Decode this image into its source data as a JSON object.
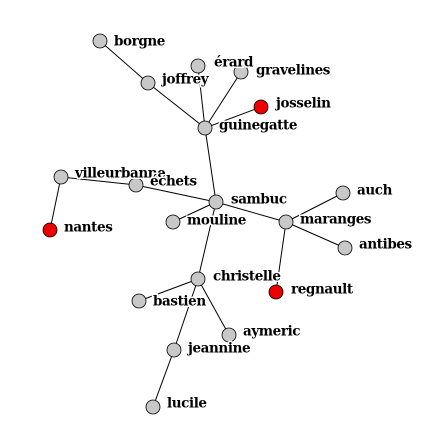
{
  "colors": {
    "node_default": "#c8c8c8",
    "node_highlight": "#ee0000",
    "edge": "#000000",
    "label": "#000000"
  },
  "nodes": [
    {
      "id": "borgne",
      "label": "borgne",
      "highlight": false
    },
    {
      "id": "joffrey",
      "label": "joffrey",
      "highlight": false
    },
    {
      "id": "erard",
      "label": "érard",
      "highlight": false
    },
    {
      "id": "gravelines",
      "label": "gravelines",
      "highlight": false
    },
    {
      "id": "josselin",
      "label": "josselin",
      "highlight": true
    },
    {
      "id": "guinegatte",
      "label": "guinegatte",
      "highlight": false
    },
    {
      "id": "villeurbanne",
      "label": "villeurbanne",
      "highlight": false
    },
    {
      "id": "echets",
      "label": "échets",
      "highlight": false
    },
    {
      "id": "nantes",
      "label": "nantes",
      "highlight": true
    },
    {
      "id": "sambuc",
      "label": "sambuc",
      "highlight": false
    },
    {
      "id": "mouline",
      "label": "mouline",
      "highlight": false
    },
    {
      "id": "auch",
      "label": "auch",
      "highlight": false
    },
    {
      "id": "maranges",
      "label": "maranges",
      "highlight": false
    },
    {
      "id": "antibes",
      "label": "antibes",
      "highlight": false
    },
    {
      "id": "christelle",
      "label": "christelle",
      "highlight": false
    },
    {
      "id": "regnault",
      "label": "regnault",
      "highlight": true
    },
    {
      "id": "bastien",
      "label": "bastien",
      "highlight": false
    },
    {
      "id": "aymeric",
      "label": "aymeric",
      "highlight": false
    },
    {
      "id": "jeannine",
      "label": "jeannine",
      "highlight": false
    },
    {
      "id": "lucile",
      "label": "lucile",
      "highlight": false
    }
  ],
  "edges": [
    [
      "borgne",
      "joffrey"
    ],
    [
      "joffrey",
      "guinegatte"
    ],
    [
      "erard",
      "guinegatte"
    ],
    [
      "gravelines",
      "guinegatte"
    ],
    [
      "josselin",
      "guinegatte"
    ],
    [
      "guinegatte",
      "sambuc"
    ],
    [
      "villeurbanne",
      "echets"
    ],
    [
      "villeurbanne",
      "nantes"
    ],
    [
      "echets",
      "sambuc"
    ],
    [
      "sambuc",
      "mouline"
    ],
    [
      "sambuc",
      "maranges"
    ],
    [
      "sambuc",
      "christelle"
    ],
    [
      "maranges",
      "auch"
    ],
    [
      "maranges",
      "antibes"
    ],
    [
      "maranges",
      "regnault"
    ],
    [
      "christelle",
      "bastien"
    ],
    [
      "christelle",
      "aymeric"
    ],
    [
      "christelle",
      "jeannine"
    ],
    [
      "jeannine",
      "lucile"
    ]
  ]
}
